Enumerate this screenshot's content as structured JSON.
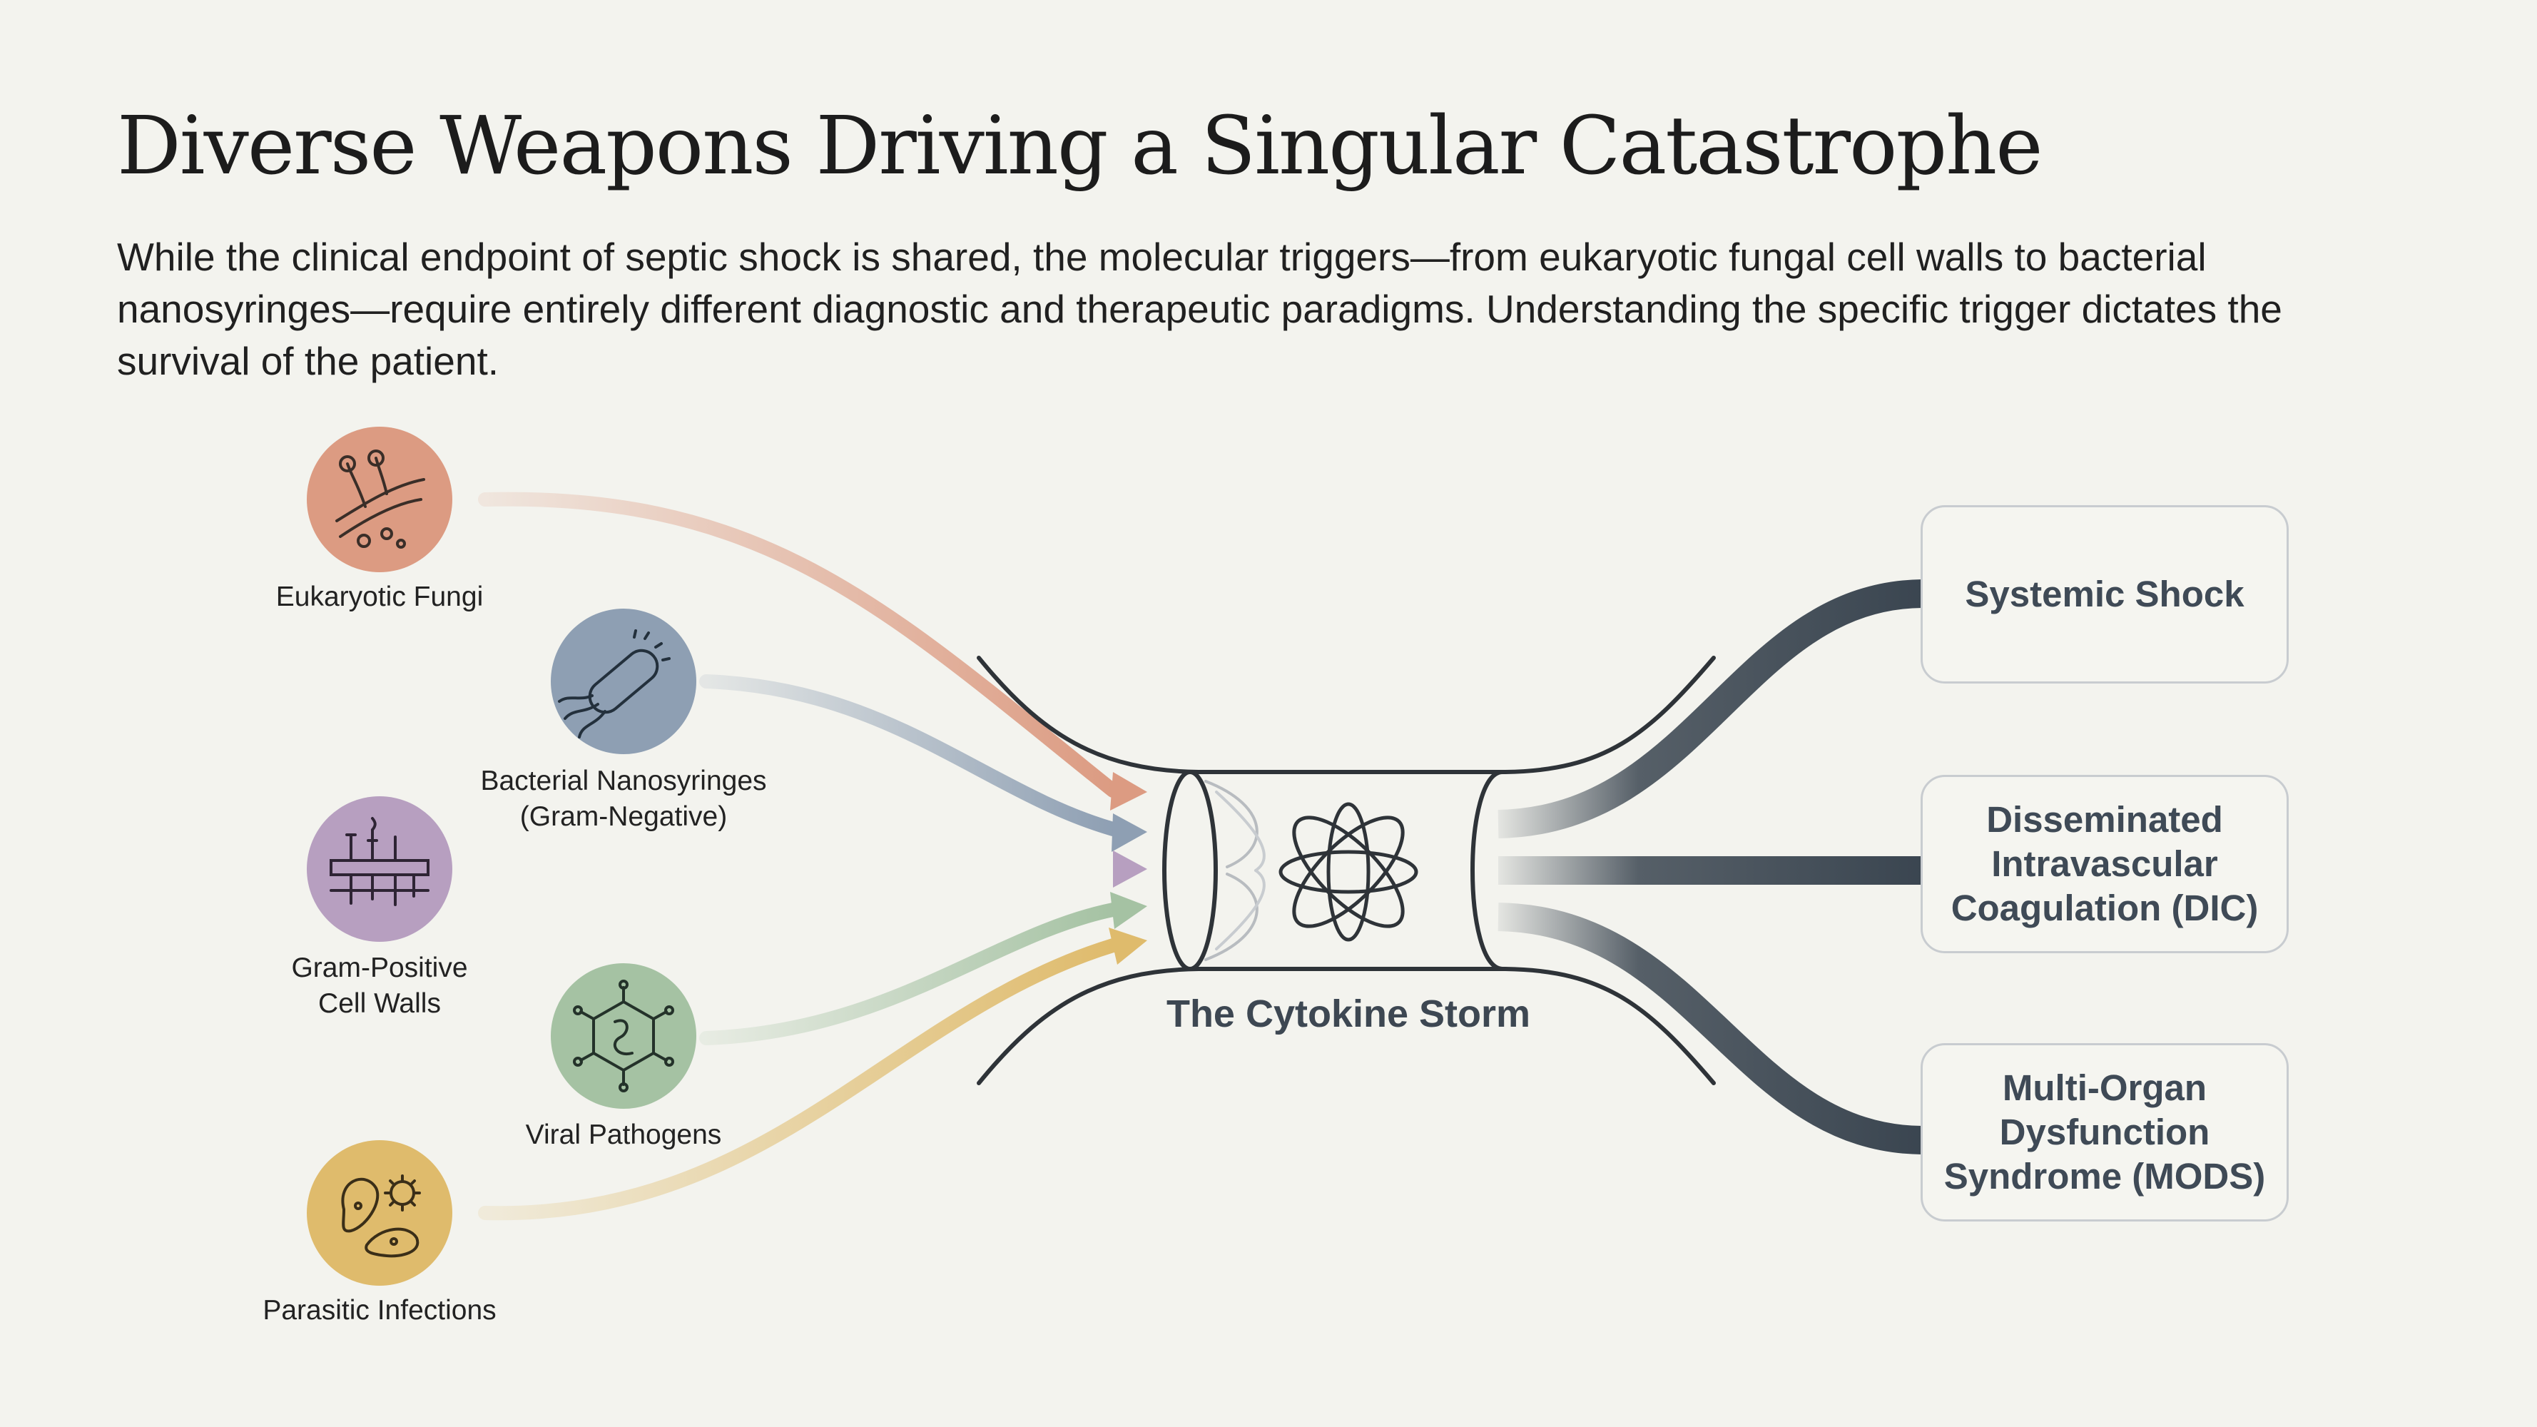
{
  "title": "Diverse Weapons Driving a Singular Catastrophe",
  "subtitle": "While the clinical endpoint of septic shock is shared, the molecular triggers—from eukaryotic fungal cell walls to bacterial nanosyringes—require entirely different diagnostic and therapeutic paradigms. Understanding the specific trigger dictates the survival of the patient.",
  "sources": [
    {
      "label": "Eukaryotic Fungi",
      "icon": "fungi-icon",
      "color": "#dc9b82"
    },
    {
      "label": "Bacterial Nanosyringes\n(Gram-Negative)",
      "icon": "bacterium-icon",
      "color": "#8e9fb3"
    },
    {
      "label": "Gram-Positive\nCell Walls",
      "icon": "cell-wall-icon",
      "color": "#b79fc0"
    },
    {
      "label": "Viral Pathogens",
      "icon": "virus-icon",
      "color": "#a5c2a3"
    },
    {
      "label": "Parasitic Infections",
      "icon": "parasite-icon",
      "color": "#dfbb6c"
    }
  ],
  "center": {
    "label": "The Cytokine Storm",
    "icon": "cytokine-storm-icon"
  },
  "outcomes": [
    {
      "label": "Systemic Shock"
    },
    {
      "label": "Disseminated Intravascular Coagulation (DIC)"
    },
    {
      "label": "Multi-Organ Dysfunction Syndrome (MODS)"
    }
  ],
  "colors": {
    "background": "#f3f3ee",
    "outcome_text": "#3f4a56",
    "outflow": "#3a4550",
    "tube": "#2e3338"
  }
}
